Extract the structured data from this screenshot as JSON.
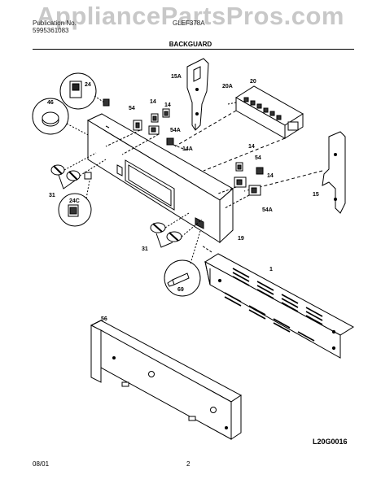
{
  "watermark": "AppliancePartsPros.com",
  "header": {
    "publication_label": "Publication No.",
    "publication_no": "5995361083",
    "model": "GLEF378A"
  },
  "section_title": "BACKGUARD",
  "callouts": {
    "c24": "24",
    "c46": "46",
    "c54a": "54",
    "c14a": "14",
    "c14b": "14",
    "c54Aa": "54A",
    "c14Aa": "14A",
    "c15A": "15A",
    "c20A": "20A",
    "c20": "20",
    "c14c": "14",
    "c54b": "54",
    "c14d": "14",
    "c54Ab": "54A",
    "c15": "15",
    "c31a": "31",
    "c24C": "24C",
    "c19": "19",
    "c31b": "31",
    "c69": "69",
    "c1": "1",
    "c56": "56"
  },
  "diagram_code": "L20G0016",
  "footer": {
    "date": "08/01",
    "page": "2"
  }
}
